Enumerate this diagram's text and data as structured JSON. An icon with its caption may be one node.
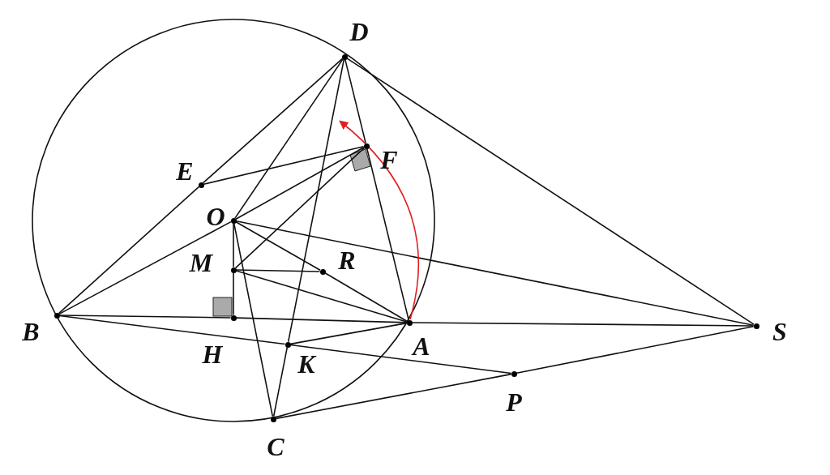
{
  "diagram": {
    "nodes": [
      {
        "text": [
          "D"
        ]
      },
      {
        "text": [
          "F"
        ]
      },
      {
        "text": [
          "E"
        ]
      },
      {
        "text": [
          "O"
        ]
      },
      {
        "text": [
          "M"
        ]
      },
      {
        "text": [
          "R"
        ]
      },
      {
        "text": [
          "B"
        ]
      },
      {
        "text": [
          "H"
        ]
      },
      {
        "text": [
          "A"
        ]
      },
      {
        "text": [
          "S"
        ]
      },
      {
        "text": [
          "K"
        ]
      },
      {
        "text": [
          "P"
        ]
      },
      {
        "text": [
          "C"
        ]
      }
    ],
    "edges": [
      {
        "from": 6,
        "to": 2,
        "arrow": "none"
      },
      {
        "from": 2,
        "to": 0,
        "arrow": "none"
      },
      {
        "from": 0,
        "to": 3,
        "arrow": "none"
      },
      {
        "from": 0,
        "to": 10,
        "arrow": "none"
      },
      {
        "from": 10,
        "to": 12,
        "arrow": "none"
      },
      {
        "from": 0,
        "to": 1,
        "arrow": "none"
      },
      {
        "from": 1,
        "to": 8,
        "arrow": "none"
      },
      {
        "from": 0,
        "to": 9,
        "arrow": "none"
      },
      {
        "from": 2,
        "to": 1,
        "arrow": "none"
      },
      {
        "from": 6,
        "to": 3,
        "arrow": "none"
      },
      {
        "from": 3,
        "to": 1,
        "arrow": "none"
      },
      {
        "from": 1,
        "to": 4,
        "arrow": "none"
      },
      {
        "from": 3,
        "to": 4,
        "arrow": "none"
      },
      {
        "from": 4,
        "to": 7,
        "arrow": "none"
      },
      {
        "from": 3,
        "to": 5,
        "arrow": "none"
      },
      {
        "from": 5,
        "to": 8,
        "arrow": "none"
      },
      {
        "from": 3,
        "to": 9,
        "arrow": "none"
      },
      {
        "from": 4,
        "to": 5,
        "arrow": "none"
      },
      {
        "from": 4,
        "to": 8,
        "arrow": "none"
      },
      {
        "from": 6,
        "to": 7,
        "arrow": "none"
      },
      {
        "from": 7,
        "to": 8,
        "arrow": "none"
      },
      {
        "from": 8,
        "to": 9,
        "arrow": "none"
      },
      {
        "from": 6,
        "to": 10,
        "arrow": "none"
      },
      {
        "from": 10,
        "to": 11,
        "arrow": "none"
      },
      {
        "from": 10,
        "to": 8,
        "arrow": "none"
      },
      {
        "from": 3,
        "to": 12,
        "arrow": "none"
      },
      {
        "from": 12,
        "to": 11,
        "arrow": "none"
      },
      {
        "from": 11,
        "to": 9,
        "arrow": "none"
      }
    ]
  }
}
